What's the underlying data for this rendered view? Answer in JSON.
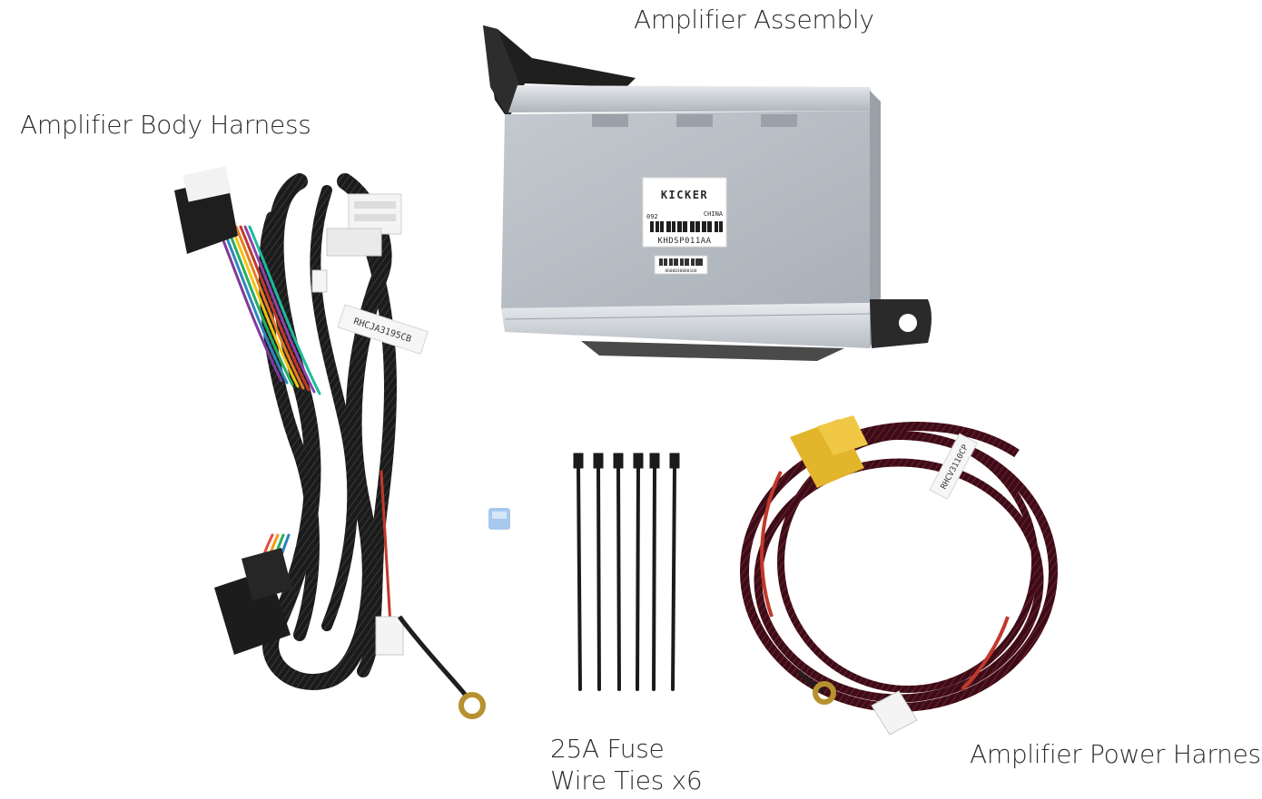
{
  "labels": {
    "amplifier_assembly": "Amplifier Assembly",
    "amplifier_body_harness": "Amplifier Body Harness",
    "fuse": "25A Fuse",
    "wire_ties": "Wire Ties x6",
    "amplifier_power_harness": "Amplifier Power Harness"
  },
  "amplifier": {
    "brand": "KICKER",
    "code_left": "092",
    "origin": "CHINA",
    "part_number": "KHDSP011AA",
    "barcode_number": "8600030000168"
  },
  "body_harness": {
    "tag": "RHCJA3195CB"
  },
  "power_harness": {
    "tag": "RHCV3110CP"
  },
  "colors": {
    "background": "#ffffff",
    "amp_body": "#b9c0c8",
    "amp_bracket": "#2a2a2a",
    "braid": "#1c1c1c",
    "power_braid": "#5a1422",
    "fuse_holder": "#e0b52a",
    "fuse": "#a7c8ec"
  }
}
